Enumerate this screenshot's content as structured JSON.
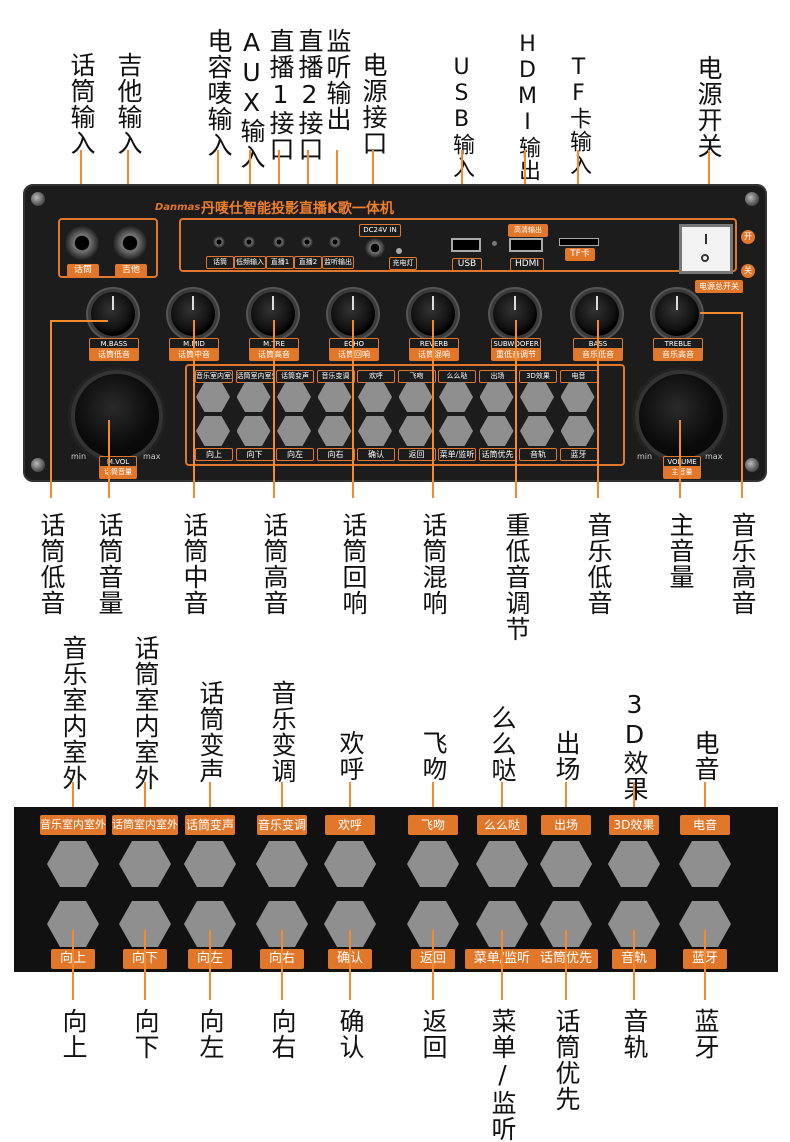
{
  "top_labels": {
    "mic_input": "话筒输入",
    "guitar_input": "吉他输入",
    "condenser_mic_input": "电容唛输入",
    "aux_input": "AUX输入",
    "live1_port": "直播1接口",
    "live2_port": "直播2接口",
    "monitor_output": "监听输出",
    "power_port": "电源接口",
    "usb_input": "USB输入",
    "hdmi_output": "HDMI输出",
    "tf_input": "TF卡输入",
    "power_switch": "电源开关"
  },
  "bottom_labels": {
    "mic_bass": "话筒低音",
    "mic_volume": "话筒音量",
    "mic_mid": "话筒中音",
    "mic_treble": "话筒高音",
    "mic_echo": "话筒回响",
    "mic_reverb": "话筒混响",
    "subwoofer": "重低音调节",
    "music_bass": "音乐低音",
    "master_volume": "主音量",
    "music_treble": "音乐高音"
  },
  "panel": {
    "brand_title": "丹唛仕智能投影直播K歌一体机",
    "brand_logo": "Danmas",
    "jack_labels": [
      "话筒",
      "吉他"
    ],
    "port_labels": [
      "话筒",
      "低频输入",
      "直播1",
      "直播2",
      "监听输出"
    ],
    "dc_label": "DC24V IN",
    "charge_label": "充电灯",
    "usb_label": "USB",
    "hdmi_label": "HDMI",
    "hdmi_top_label": "高清输出",
    "tf_label": "TF卡",
    "switch_on": "开",
    "switch_off": "关",
    "switch_label": "电源总开关",
    "knob_labels": [
      {
        "en": "M.BASS",
        "cn": "话筒低音"
      },
      {
        "en": "M.MID",
        "cn": "话筒中音"
      },
      {
        "en": "M.TRE",
        "cn": "话筒高音"
      },
      {
        "en": "ECHO",
        "cn": "话筒回响"
      },
      {
        "en": "REVERB",
        "cn": "话筒混响"
      },
      {
        "en": "SUBWOOFER",
        "cn": "重低音调节"
      },
      {
        "en": "BASS",
        "cn": "音乐低音"
      },
      {
        "en": "TREBLE",
        "cn": "音乐高音"
      }
    ],
    "vol_left": {
      "en": "M.VOL",
      "cn": "话筒音量",
      "min": "min",
      "max": "max"
    },
    "vol_right": {
      "en": "VOLUME",
      "cn": "主音量",
      "min": "min",
      "max": "max"
    }
  },
  "buttons_top": [
    "音乐室内室外",
    "话筒室内室外",
    "话筒变声",
    "音乐变调",
    "欢呼",
    "飞吻",
    "么么哒",
    "出场",
    "3D效果",
    "电音"
  ],
  "buttons_bottom": [
    "向上",
    "向下",
    "向左",
    "向右",
    "确认",
    "返回",
    "菜单/监听",
    "话筒优先",
    "音轨",
    "蓝牙"
  ],
  "callouts_top": [
    "音乐室内室外",
    "话筒室内室外",
    "话筒变声",
    "音乐变调",
    "欢呼",
    "飞吻",
    "么么哒",
    "出场",
    "3D效果",
    "电音"
  ],
  "callouts_bottom": [
    "向上",
    "向下",
    "向左",
    "向右",
    "确认",
    "返回",
    "菜单/监听",
    "话筒优先",
    "音轨",
    "蓝牙"
  ],
  "colors": {
    "accent": "#e0772b",
    "panel": "#1c1c1c",
    "button": "#8f8f8f"
  }
}
